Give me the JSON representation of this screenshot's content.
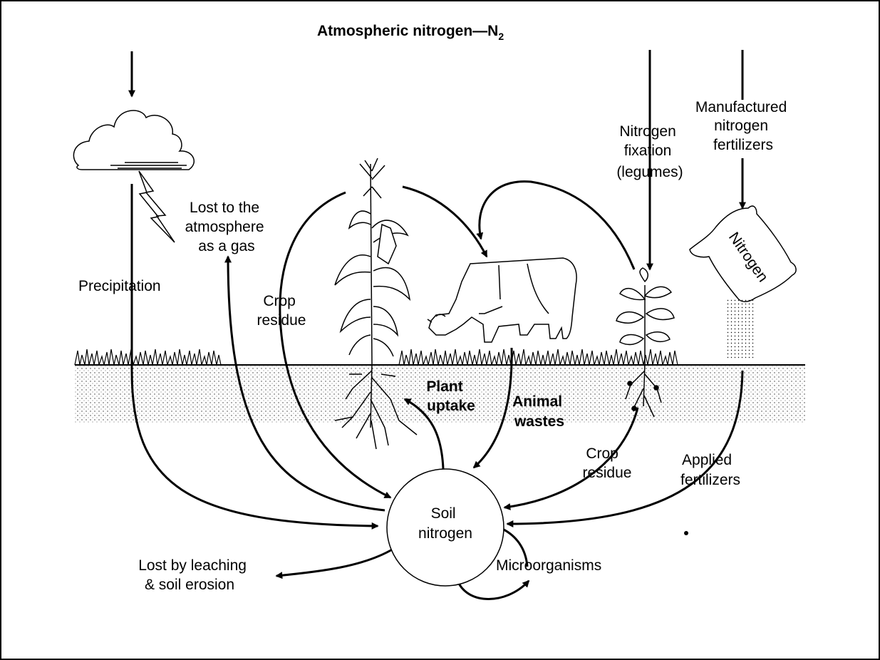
{
  "title": {
    "text": "Atmospheric nitrogen—N",
    "subscript": "2"
  },
  "labels": {
    "lost_gas": [
      "Lost to the",
      "atmosphere",
      "as a gas"
    ],
    "precipitation": "Precipitation",
    "crop_residue_left": [
      "Crop",
      "residue"
    ],
    "plant_uptake": [
      "Plant",
      "uptake"
    ],
    "animal_wastes": [
      "Animal",
      "wastes"
    ],
    "nitrogen_fixation": [
      "Nitrogen",
      "fixation",
      "(legumes)"
    ],
    "manufactured": [
      "Manufactured",
      "nitrogen",
      "fertilizers"
    ],
    "bag_text": "Nitrogen",
    "crop_residue_right": [
      "Crop",
      "residue"
    ],
    "applied_fertilizers": [
      "Applied",
      "fertilizers"
    ],
    "soil_nitrogen": [
      "Soil",
      "nitrogen"
    ],
    "leaching": [
      "Lost by leaching",
      "& soil erosion"
    ],
    "microorganisms": "Microorganisms"
  }
}
